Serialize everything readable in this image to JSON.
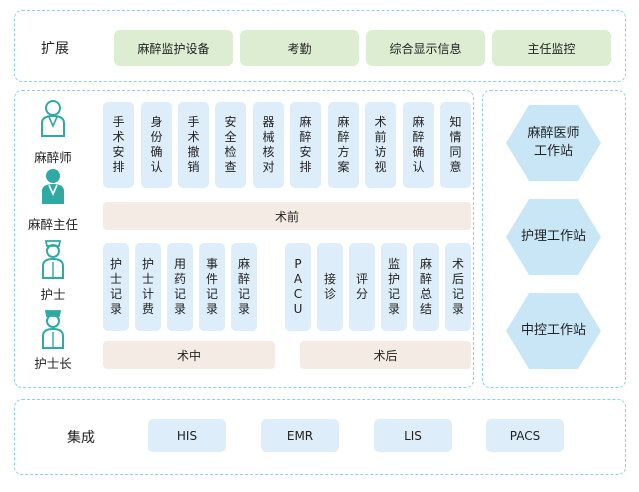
{
  "extend": {
    "label": "扩展",
    "items": [
      "麻醉监护设备",
      "考勤",
      "综合显示信息",
      "主任监控"
    ]
  },
  "roles": [
    "麻醉师",
    "麻醉主任",
    "护士",
    "护士长"
  ],
  "preop": {
    "items": [
      "手术安排",
      "身份确认",
      "手术撤销",
      "安全检查",
      "器械核对",
      "麻醉安排",
      "麻醉方案",
      "术前访视",
      "麻醉确认",
      "知情同意"
    ],
    "label": "术前"
  },
  "intraop": {
    "items": [
      "护士记录",
      "护士计费",
      "用药记录",
      "事件记录",
      "麻醉记录"
    ],
    "label": "术中"
  },
  "postop": {
    "items": [
      "PACU",
      "接诊",
      "评分",
      "监护记录",
      "麻醉总结",
      "术后记录"
    ],
    "label": "术后"
  },
  "workstations": [
    {
      "line1": "麻醉医师",
      "line2": "工作站"
    },
    {
      "line1": "护理工作站",
      "line2": ""
    },
    {
      "line1": "中控工作站",
      "line2": ""
    }
  ],
  "integration": {
    "label": "集成",
    "items": [
      "HIS",
      "EMR",
      "LIS",
      "PACS"
    ]
  },
  "colors": {
    "dash_border": "#8fd0e8",
    "green_box": "#dcedd2",
    "blue_box": "#ddeefa",
    "peach_bar": "#f4ece4",
    "hexagon": "#c9e6f7",
    "role_icon": "#2fa9a4"
  }
}
